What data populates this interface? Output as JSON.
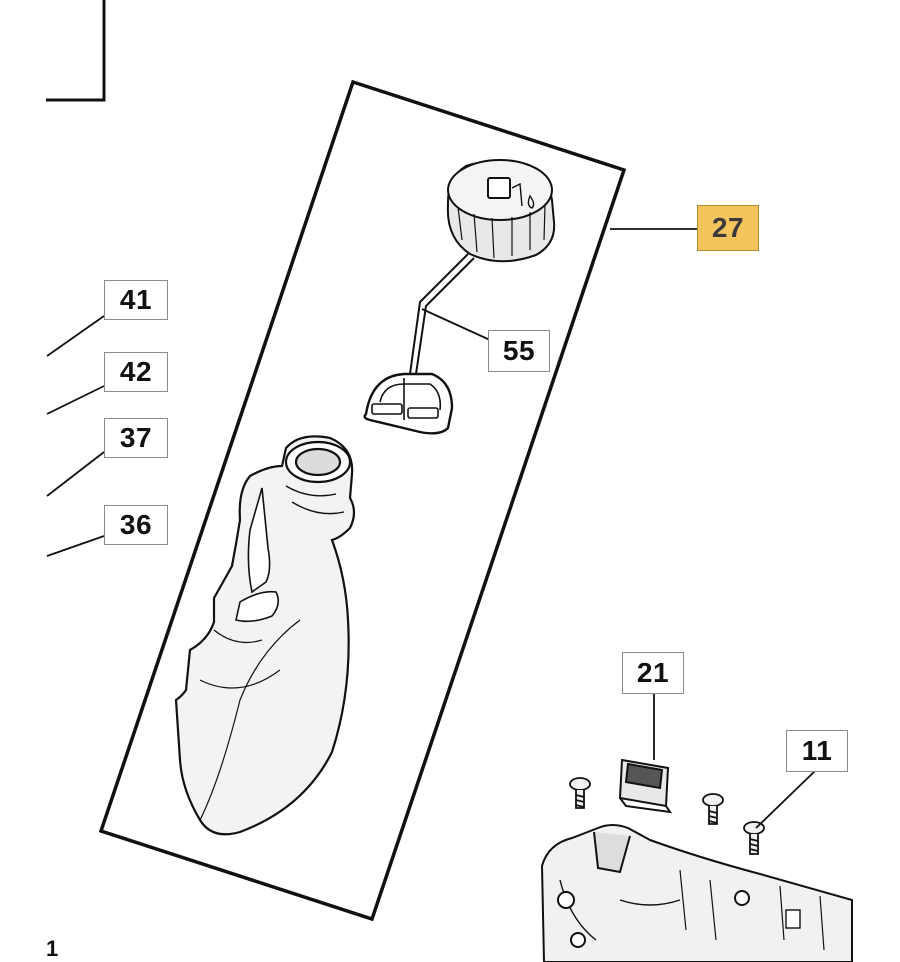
{
  "diagram": {
    "callouts": [
      {
        "id": "27",
        "label": "27",
        "highlighted": true
      },
      {
        "id": "41",
        "label": "41",
        "highlighted": false
      },
      {
        "id": "42",
        "label": "42",
        "highlighted": false
      },
      {
        "id": "37",
        "label": "37",
        "highlighted": false
      },
      {
        "id": "36",
        "label": "36",
        "highlighted": false
      },
      {
        "id": "55",
        "label": "55",
        "highlighted": false
      },
      {
        "id": "21",
        "label": "21",
        "highlighted": false
      },
      {
        "id": "11",
        "label": "11",
        "highlighted": false
      }
    ],
    "corner_fragment": "1",
    "colors": {
      "highlight_fill": "#f4c45d",
      "line": "#111111",
      "callout_border": "#8a8a8a"
    }
  }
}
